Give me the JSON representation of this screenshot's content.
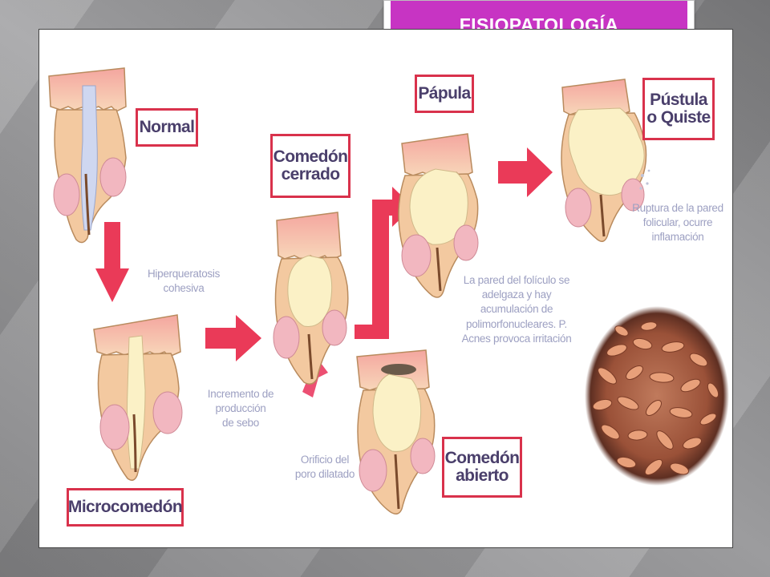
{
  "slide": {
    "title": "FISIOPATOLOGÍA"
  },
  "labels": {
    "normal": "Normal",
    "microcomedon": "Microcomedón",
    "comedon_cerrado": [
      "Comedón",
      "cerrado"
    ],
    "papula": "Pápula",
    "pustula": [
      "Pústula",
      "o Quiste"
    ],
    "comedon_abierto": [
      "Comedón",
      "abierto"
    ]
  },
  "annotations": {
    "hiperqueratosis": [
      "Hiperqueratosis",
      "cohesiva"
    ],
    "incremento": [
      "Incremento de",
      "producción",
      "de sebo"
    ],
    "orificio": [
      "Orificio del",
      "poro dilatado"
    ],
    "pared": [
      "La pared del folículo se",
      "adelgaza y hay",
      "acumulación de",
      "polimorfonucleares. P.",
      "Acnes provoca irritación"
    ],
    "ruptura": [
      "Ruptura de la pared",
      "folicular, ocurre",
      "inflamación"
    ]
  },
  "colors": {
    "accent": "#c734c3",
    "arrow": "#ea3a58",
    "label_border": "#d9324c",
    "label_text": "#4a3f6b",
    "annotation_text": "#9da0c2",
    "skin": "#f3c9a0",
    "sebum": "#fbf1c6",
    "gland": "#f2b7c0"
  }
}
